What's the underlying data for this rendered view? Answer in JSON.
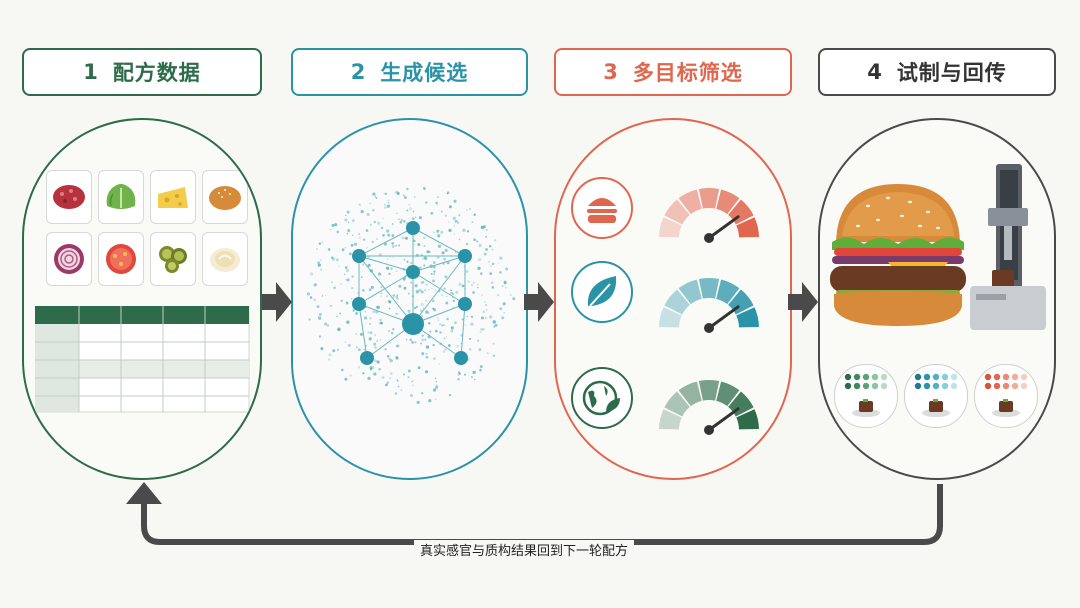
{
  "steps": [
    {
      "number": "1",
      "title": "配方数据"
    },
    {
      "number": "2",
      "title": "生成候选"
    },
    {
      "number": "3",
      "title": "多目标筛选"
    },
    {
      "number": "4",
      "title": "试制与回传"
    }
  ],
  "feedback_label": "真实感官与质构结果回到下一轮配方",
  "ingredients": [
    "beef-mince",
    "lettuce",
    "cheese",
    "bun",
    "onion",
    "tomato",
    "pickles",
    "sauce"
  ],
  "criteria": [
    {
      "icon": "burger-icon",
      "color": "#e0664e",
      "gauge": 0.8
    },
    {
      "icon": "leaf-icon",
      "color": "#2a93a8",
      "gauge": 0.8
    },
    {
      "icon": "globe-leaf-icon",
      "color": "#2e6b4a",
      "gauge": 0.8
    }
  ],
  "colors": {
    "step1": "#2e6b4a",
    "step2": "#2a93a8",
    "step3": "#e0664e",
    "step4": "#4a4a4a"
  }
}
